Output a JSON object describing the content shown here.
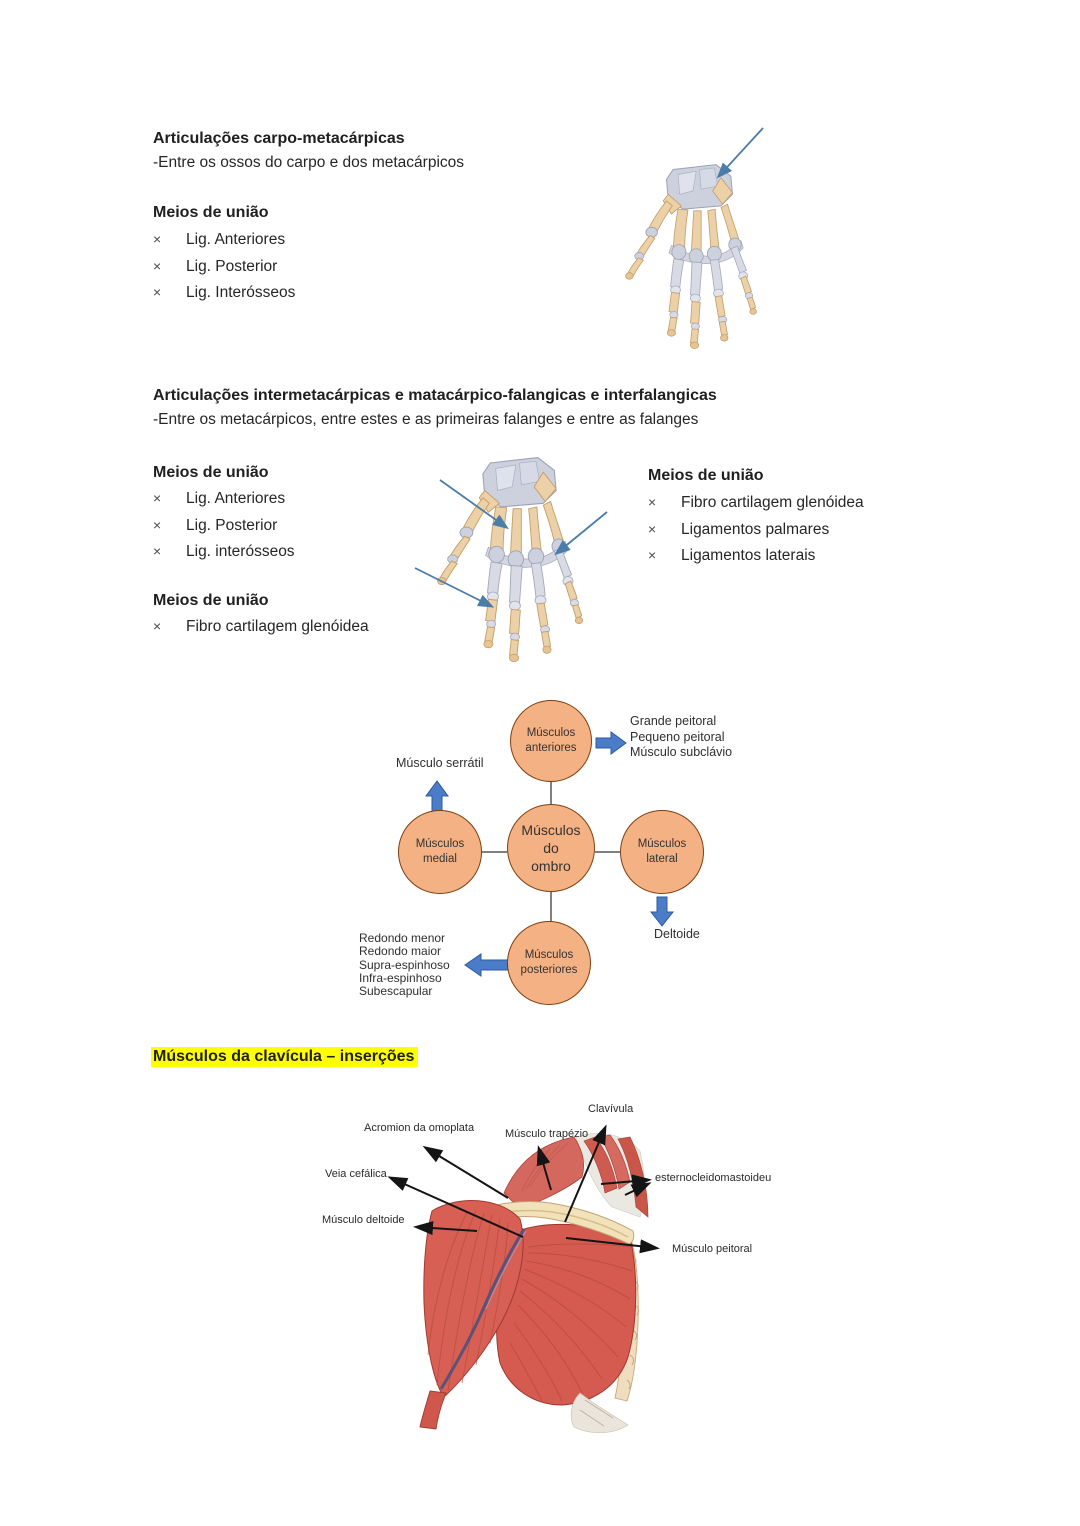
{
  "bullet": "×",
  "section1": {
    "title": "Articulações carpo-metacárpicas",
    "subtitle": "-Entre os ossos do carpo e dos metacárpicos",
    "meios_heading": "Meios de união",
    "items": [
      "Lig. Anteriores",
      "Lig. Posterior",
      "Lig. Interósseos"
    ]
  },
  "section2": {
    "title": "Articulações intermetacárpicas e matacárpico-falangicas e interfalangicas",
    "subtitle": "-Entre os metacárpicos, entre estes e as primeiras falanges e entre as falanges",
    "left": {
      "meios_heading": "Meios de união",
      "items": [
        "Lig. Anteriores",
        "Lig. Posterior",
        "Lig. interósseos"
      ],
      "meios_heading2": "Meios de união",
      "items2": [
        "Fibro cartilagem glenóidea"
      ]
    },
    "right": {
      "meios_heading": "Meios de união",
      "items": [
        "Fibro cartilagem glenóidea",
        "Ligamentos palmares",
        "Ligamentos laterais"
      ]
    }
  },
  "diagram": {
    "nodes": {
      "anteriores": "Músculos\nanteriores",
      "medial": "Músculos\nmedial",
      "center": "Músculos\ndo\nombro",
      "lateral": "Músculos\nlateral",
      "posteriores": "Músculos\nposteriores"
    },
    "labels": {
      "serratil": "Músculo serrátil",
      "anteriores_list": "Grande peitoral\nPequeno peitoral\nMúsculo subclávio",
      "deltoide": "Deltoide",
      "posteriores_list": "Redondo menor\nRedondo maior\nSupra-espinhoso\nInfra-espinhoso\nSubescapular"
    },
    "colors": {
      "node_fill": "#f4b183",
      "node_border": "#7e3f0e",
      "arrow": "#4a7cc7"
    }
  },
  "clavicle_heading": "Músculos da clavícula – inserções",
  "figure": {
    "labels": {
      "clavicula": "Clavívula",
      "acromion": "Acromion da omoplata",
      "trapezio": "Músculo trapézio",
      "veia": "Veia cefálica",
      "esterno": "esternocleidomastoideu",
      "deltoide": "Músculo deltoide",
      "peitoral": "Músculo peitoral"
    }
  },
  "colors": {
    "highlight": "#ffff00",
    "hand_arrow": "#4b7da9",
    "text": "#1f1f1f"
  }
}
